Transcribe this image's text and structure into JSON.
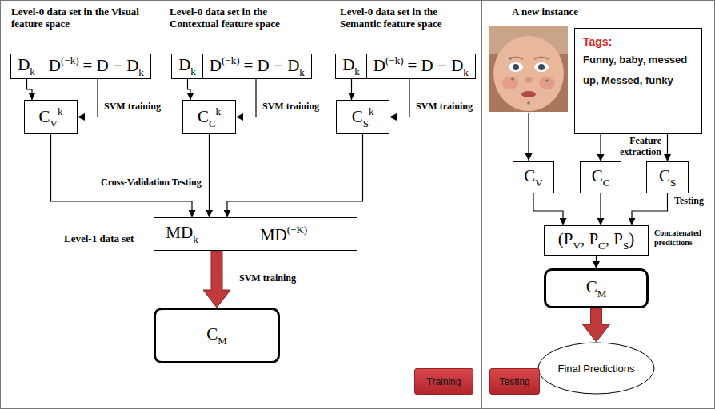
{
  "diagram": {
    "nodes": [
      {
        "text": [
          "D",
          "k",
          "D",
          "(−k)",
          "= D − D",
          "k"
        ]
      },
      {
        "text": [
          "D",
          "k",
          "D",
          "(−k)",
          "= D − D",
          "k"
        ]
      },
      {
        "text": [
          "D",
          "k",
          "D",
          "(−k)",
          "= D − D",
          "k"
        ]
      },
      {
        "text": [
          "C",
          "V",
          "k"
        ]
      },
      {
        "text": [
          "C",
          "C",
          "k"
        ]
      },
      {
        "text": [
          "C",
          "S",
          "k"
        ]
      },
      {
        "text": [
          "MD",
          "k",
          "MD",
          "(−K)"
        ]
      },
      {
        "text": [
          "C",
          "M"
        ]
      },
      {
        "text": [
          "Tags:",
          "Funny, baby, messed up, Messed, funky"
        ]
      },
      {
        "text": [
          "C",
          "V"
        ]
      },
      {
        "text": [
          "C",
          "C"
        ]
      },
      {
        "text": [
          "C",
          "S"
        ]
      },
      {
        "text": [
          "(P",
          "V",
          ", P",
          "C",
          ", P",
          "S",
          ")"
        ]
      },
      {
        "text": [
          "C",
          "M"
        ]
      },
      {
        "text": [
          "Final Predictions"
        ]
      },
      {
        "text": [
          "Training"
        ]
      },
      {
        "text": [
          "Testing"
        ]
      }
    ],
    "edges": [
      {
        "from": 0,
        "to": 3,
        "arrow": "to"
      },
      {
        "from": 0,
        "to": 3,
        "label": "SVM training",
        "arrow": "to"
      },
      {
        "from": 1,
        "to": 4,
        "arrow": "to"
      },
      {
        "from": 1,
        "to": 4,
        "label": "SVM training",
        "arrow": "to"
      },
      {
        "from": 2,
        "to": 5,
        "arrow": "to"
      },
      {
        "from": 2,
        "to": 5,
        "label": "SVM training",
        "arrow": "to"
      },
      {
        "from": 3,
        "to": 6,
        "arrow": "to"
      },
      {
        "from": 4,
        "to": 6,
        "label": "Cross-Validation Testing",
        "arrow": "to"
      },
      {
        "from": 5,
        "to": 6,
        "arrow": "to"
      },
      {
        "from": 6,
        "to": 7,
        "label": "SVM training",
        "arrow": "to"
      },
      {
        "from": 8,
        "to": 10,
        "arrow": "to"
      },
      {
        "from": 8,
        "to": 11,
        "label": "Feature extraction",
        "arrow": "to"
      },
      {
        "from": 9,
        "to": 12,
        "arrow": "to"
      },
      {
        "from": 10,
        "to": 12,
        "arrow": "to"
      },
      {
        "from": 11,
        "to": 12,
        "label": "Testing",
        "arrow": "to"
      },
      {
        "from": 12,
        "to": 13,
        "arrow": "to"
      },
      {
        "from": 13,
        "to": 14,
        "arrow": "to"
      }
    ],
    "labels": [
      "Level-0 data set in the Visual feature space",
      "Level-0 data set in the Contextual feature space",
      "Level-0 data set in the Semantic feature space",
      "Level-1 data set",
      "A new instance",
      "Concatenated predictions"
    ]
  }
}
